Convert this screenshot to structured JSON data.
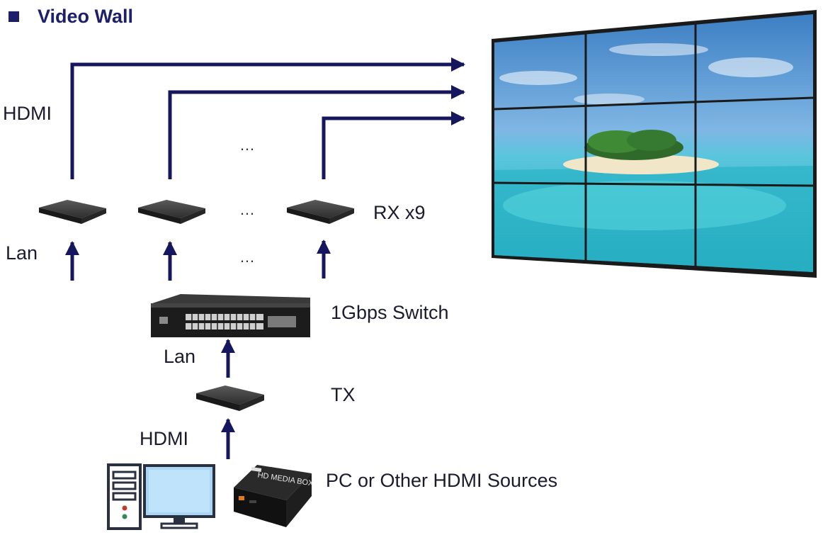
{
  "title": "Video Wall",
  "labels": {
    "hdmi_top": "HDMI",
    "lan_top": "Lan",
    "rx": "RX x9",
    "switch": "1Gbps Switch",
    "lan_bottom": "Lan",
    "tx": "TX",
    "hdmi_bottom": "HDMI",
    "sources": "PC or Other HDMI Sources",
    "media_box": "HD MEDIA BOX",
    "ellipsis": "…"
  },
  "colors": {
    "arrow": "#16165e",
    "title": "#1e1f6b",
    "text": "#1b1b2f"
  },
  "icons": [
    "receiver-box-icon",
    "network-switch-icon",
    "pc-tower-icon",
    "monitor-icon",
    "media-box-icon",
    "video-wall-icon"
  ]
}
